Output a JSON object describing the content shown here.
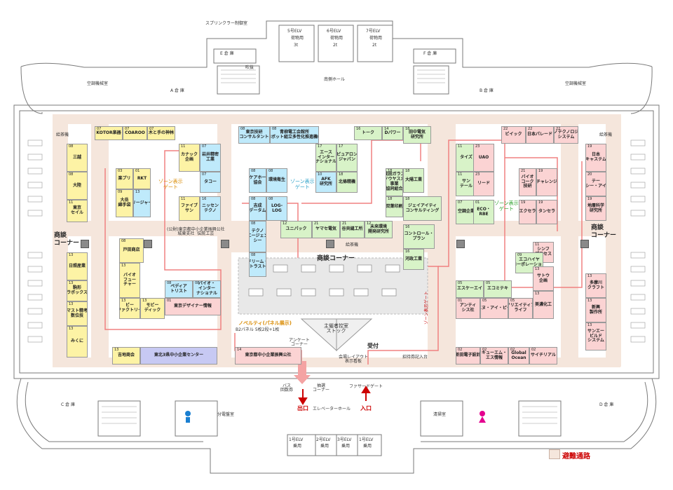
{
  "colors": {
    "yellow": "#fdf3a5",
    "cyan": "#bfeafb",
    "green": "#d8f3c8",
    "pink": "#fbd3d3",
    "lavender": "#c7c9f3",
    "corridor": "#f5e6dc",
    "red": "#cc0000"
  },
  "header": {
    "sprinkler": "スプリンクラー制御室",
    "elv_top": [
      {
        "name": "5号ELV",
        "sub": "荷物用",
        "cap": "3t"
      },
      {
        "name": "6号ELV",
        "sub": "荷物用",
        "cap": "2t"
      },
      {
        "name": "7号ELV",
        "sub": "荷物用",
        "cap": "2t"
      }
    ],
    "e_storage": "E 倉 庫",
    "f_storage": "F 倉 庫",
    "a_storage": "A 倉 庫",
    "b_storage": "B 倉 庫",
    "aircon_left": "空調機械室",
    "aircon_right": "空調機械室",
    "hall_top": "南側ホール",
    "shaft_mark": "吹抜"
  },
  "footer": {
    "c_storage": "C 倉 庫",
    "d_storage": "D 倉 庫",
    "switch_room": "分電盤室",
    "cleaning_room": "清掃室",
    "elevator_hall": "エレベーターホール",
    "elv_bottom": [
      {
        "name": "1号ELV",
        "sub": "乗用"
      },
      {
        "name": "2号ELV",
        "sub": "乗用"
      },
      {
        "name": "3号ELV",
        "sub": "乗用"
      },
      {
        "name": "1号ELV",
        "sub": "乗用"
      }
    ],
    "exit_label": "出口",
    "entrance_label": "入口",
    "bus_label": "バス\n回数券",
    "lottery_label": "抽選\nコーナー",
    "fassado_gate": "ファサードゲート",
    "survey_label": "アンケート\nコーナー",
    "reception_label": "受付",
    "layout_label": "会場レイアウト\n表示看板",
    "card_label": "招待券記入台",
    "legend": "避難通路"
  },
  "areas": {
    "meeting_left": "商談\nコーナー",
    "meeting_right": "商談\nコーナー",
    "meeting_center": "商談コーナー",
    "storage_center": "主催者控室\nストック",
    "novelty": "ノベルティ(パネル展示)",
    "novelty_sub": "B2パネル 5枚2段+1枚",
    "water_left": "給茶機",
    "water_right": "給茶機",
    "water_center": "給茶機",
    "zone_gate_left": "ゾーン表示\nゲート",
    "zone_gate_center": "ゾーン表示\nゲート",
    "zone_gate_right": "ゾーン表示\nゲート",
    "zone_gate_vertical": "ゾーン表示ゲート",
    "tokyo_assoc": "(公財)東京都中小企業振興公社\n城東支社  伝統工芸"
  },
  "booths": [
    {
      "id": "b01",
      "no": "07",
      "label": "KOTOR楽器",
      "color": "yellow"
    },
    {
      "id": "b02",
      "no": "07",
      "label": "COAROO",
      "color": "yellow"
    },
    {
      "id": "b03",
      "no": "07",
      "label": "木と手の神林",
      "color": "yellow"
    },
    {
      "id": "b04",
      "no": "08",
      "label": "三越",
      "color": "yellow"
    },
    {
      "id": "b05",
      "no": "08",
      "label": "大陸",
      "color": "yellow"
    },
    {
      "id": "b06",
      "no": "11",
      "label": "東京\nセイル",
      "color": "yellow"
    },
    {
      "id": "b07",
      "no": "03",
      "label": "楽プリ",
      "color": "yellow"
    },
    {
      "id": "b08",
      "no": "01",
      "label": "RKT",
      "color": "yellow"
    },
    {
      "id": "b09",
      "no": "09",
      "label": "大岳\n綿手袋",
      "color": "yellow"
    },
    {
      "id": "b10",
      "no": "13",
      "label": "リージャー",
      "color": "cyan"
    },
    {
      "id": "b11",
      "no": "11",
      "label": "カナック\n企画",
      "color": "yellow"
    },
    {
      "id": "b12",
      "no": "07",
      "label": "岩井精密\n工業",
      "color": "cyan"
    },
    {
      "id": "b13",
      "no": "07",
      "label": "タコー",
      "color": "cyan"
    },
    {
      "id": "b14",
      "no": "11",
      "label": "ファイブ\nサン",
      "color": "yellow"
    },
    {
      "id": "b15",
      "no": "16",
      "label": "ニッセン\nテクノ",
      "color": "cyan"
    },
    {
      "id": "b16",
      "no": "08",
      "label": "東京技研\nコンサルタント",
      "color": "cyan"
    },
    {
      "id": "b17",
      "no": "08",
      "label": "青柳電工会館所\n(ロボット組立多性化推進機構)",
      "color": "cyan"
    },
    {
      "id": "b18",
      "no": "17",
      "label": "エース\nインター\nナショナル",
      "color": "green"
    },
    {
      "id": "b19",
      "no": "17",
      "label": "ピュアロン\nジャパン",
      "color": "green"
    },
    {
      "id": "b20",
      "no": "16",
      "label": "トーク",
      "color": "green"
    },
    {
      "id": "b21",
      "no": "14",
      "label": "Dパワー",
      "color": "green"
    },
    {
      "id": "b22",
      "no": "18",
      "label": "田中電気\n研究所",
      "color": "green"
    },
    {
      "id": "b23",
      "no": "08",
      "label": "ケアホー\n協会",
      "color": "cyan"
    },
    {
      "id": "b24",
      "no": "08",
      "label": "環境衛生",
      "color": "cyan"
    },
    {
      "id": "b25",
      "no": "10",
      "label": "AFK\n研究所",
      "color": "cyan"
    },
    {
      "id": "b26",
      "no": "18",
      "label": "北條精機",
      "color": "green"
    },
    {
      "id": "b27",
      "no": "08",
      "label": "吉成\nデータム",
      "color": "cyan"
    },
    {
      "id": "b28",
      "no": "08",
      "label": "LOG-\nLOG",
      "color": "cyan"
    },
    {
      "id": "b29",
      "no": "08",
      "label": "テクノ\nエージェン\nシー",
      "color": "cyan"
    },
    {
      "id": "b30",
      "no": "12",
      "label": "ユニパック",
      "color": "green"
    },
    {
      "id": "b31",
      "no": "21",
      "label": "ヤマセ電気",
      "color": "green"
    },
    {
      "id": "b32",
      "no": "21",
      "label": "谷貝縫工所",
      "color": "green"
    },
    {
      "id": "b33",
      "no": "12",
      "label": "未来環境\n開発研究所",
      "color": "green"
    },
    {
      "id": "b34",
      "no": "08",
      "label": "ドリーム・\nトラスト",
      "color": "cyan"
    },
    {
      "id": "b35",
      "no": "18",
      "label": "成田ガラス\nソウヤスカ\n事業\n協同組合",
      "color": "green"
    },
    {
      "id": "b36",
      "no": "18",
      "label": "大陽工業",
      "color": "green"
    },
    {
      "id": "b37",
      "no": "18",
      "label": "双葉印刷",
      "color": "green"
    },
    {
      "id": "b38",
      "no": "18",
      "label": "ジェイアイティ\nコンサルティング",
      "color": "green"
    },
    {
      "id": "b39",
      "no": "16",
      "label": "コントロール・\nプラン",
      "color": "green"
    },
    {
      "id": "b40",
      "no": "16",
      "label": "河政工業",
      "color": "green"
    },
    {
      "id": "b41",
      "no": "22",
      "label": "ビイック",
      "color": "pink"
    },
    {
      "id": "b42",
      "no": "22",
      "label": "日本パレード",
      "color": "pink"
    },
    {
      "id": "b43",
      "no": "22",
      "label": "ナカノテクノロジー・\nシステム",
      "color": "pink"
    },
    {
      "id": "b44",
      "no": "11",
      "label": "タイズ",
      "color": "green"
    },
    {
      "id": "b45",
      "no": "23",
      "label": "UAO",
      "color": "pink"
    },
    {
      "id": "b46",
      "no": "11",
      "label": "サン\nテール",
      "color": "green"
    },
    {
      "id": "b47",
      "no": "23",
      "label": "リード",
      "color": "pink"
    },
    {
      "id": "b48",
      "no": "21",
      "label": "バイオ\nコーク\n技研",
      "color": "pink"
    },
    {
      "id": "b49",
      "no": "19",
      "label": "チャレンジ",
      "color": "pink"
    },
    {
      "id": "b50",
      "no": "07",
      "label": "空調企業",
      "color": "green"
    },
    {
      "id": "b51",
      "no": "01",
      "label": "ECO・\nRBE",
      "color": "green"
    },
    {
      "id": "b52",
      "no": "19",
      "label": "エクセラ",
      "color": "pink"
    },
    {
      "id": "b53",
      "no": "19",
      "label": "タンセラ",
      "color": "pink"
    },
    {
      "id": "b54",
      "no": "19",
      "label": "日本\nキャステム",
      "color": "pink"
    },
    {
      "id": "b55",
      "no": "20",
      "label": "テー\nシー・アイ",
      "color": "pink"
    },
    {
      "id": "b56",
      "no": "19",
      "label": "地層科学\n研究所",
      "color": "pink"
    },
    {
      "id": "b57",
      "no": "08",
      "label": "戸田商店",
      "color": "yellow"
    },
    {
      "id": "b58",
      "no": "13",
      "label": "日照産業",
      "color": "yellow"
    },
    {
      "id": "b59",
      "no": "13",
      "label": "バイオ\nフュー\nチャー",
      "color": "yellow"
    },
    {
      "id": "b60",
      "no": "13",
      "label": "駒形\nラボックス",
      "color": "yellow"
    },
    {
      "id": "b61",
      "no": "13",
      "label": "マスト精考\n数位技",
      "color": "yellow"
    },
    {
      "id": "b62",
      "no": "13",
      "label": "みくに",
      "color": "yellow"
    },
    {
      "id": "b63",
      "no": "13",
      "label": "ビー\nファクトリー",
      "color": "yellow"
    },
    {
      "id": "b64",
      "no": "08",
      "label": "ベディア\nトリスト",
      "color": "cyan"
    },
    {
      "id": "b65",
      "no": "08",
      "label": "バイオ・\nインター\nナショナル",
      "color": "cyan"
    },
    {
      "id": "b66",
      "no": "13",
      "label": "モビー\nディック",
      "color": "yellow"
    },
    {
      "id": "b67",
      "no": "01",
      "label": "東京デザイナー情報",
      "color": "pink"
    },
    {
      "id": "b68",
      "no": "11",
      "label": "シンフ\nプロセス",
      "color": "pink"
    },
    {
      "id": "b69",
      "no": "09",
      "label": "エコハイヤ\nコーポレーション",
      "color": "green"
    },
    {
      "id": "b70",
      "no": "13",
      "label": "サトウ\n企画",
      "color": "pink"
    },
    {
      "id": "b71",
      "no": "05",
      "label": "エスケーエイ",
      "color": "green"
    },
    {
      "id": "b72",
      "no": "05",
      "label": "エコミテキ",
      "color": "green"
    },
    {
      "id": "b73",
      "no": "01",
      "label": "アンティ\nシス社",
      "color": "pink"
    },
    {
      "id": "b74",
      "no": "05",
      "label": "エヌ・アイ・ピー",
      "color": "pink"
    },
    {
      "id": "b75",
      "no": "05",
      "label": "クリエイティブ\nライフ",
      "color": "pink"
    },
    {
      "id": "b76",
      "no": "13",
      "label": "美濃化工",
      "color": "pink"
    },
    {
      "id": "b77",
      "no": "13",
      "label": "多摩川\nクラフト",
      "color": "pink"
    },
    {
      "id": "b78",
      "no": "13",
      "label": "新興\n製作所",
      "color": "pink"
    },
    {
      "id": "b79",
      "no": "13",
      "label": "サンエー\nビルド\nシステム",
      "color": "pink"
    },
    {
      "id": "b80",
      "no": "13",
      "label": "吉地商会",
      "color": "yellow"
    },
    {
      "id": "b81",
      "no": "",
      "label": "東北3県中小企業センター",
      "color": "lavender"
    },
    {
      "id": "b82",
      "no": "14",
      "label": "東京都中小企業振興公社",
      "color": "pink"
    },
    {
      "id": "b83",
      "no": "02",
      "label": "新田電子設計",
      "color": "pink"
    },
    {
      "id": "b84",
      "no": "02",
      "label": "キューエム・\nエス情報",
      "color": "pink"
    },
    {
      "id": "b85",
      "no": "02",
      "label": "Global\nOcean",
      "color": "pink"
    },
    {
      "id": "b86",
      "no": "02",
      "label": "サイチリアル",
      "color": "pink"
    }
  ]
}
